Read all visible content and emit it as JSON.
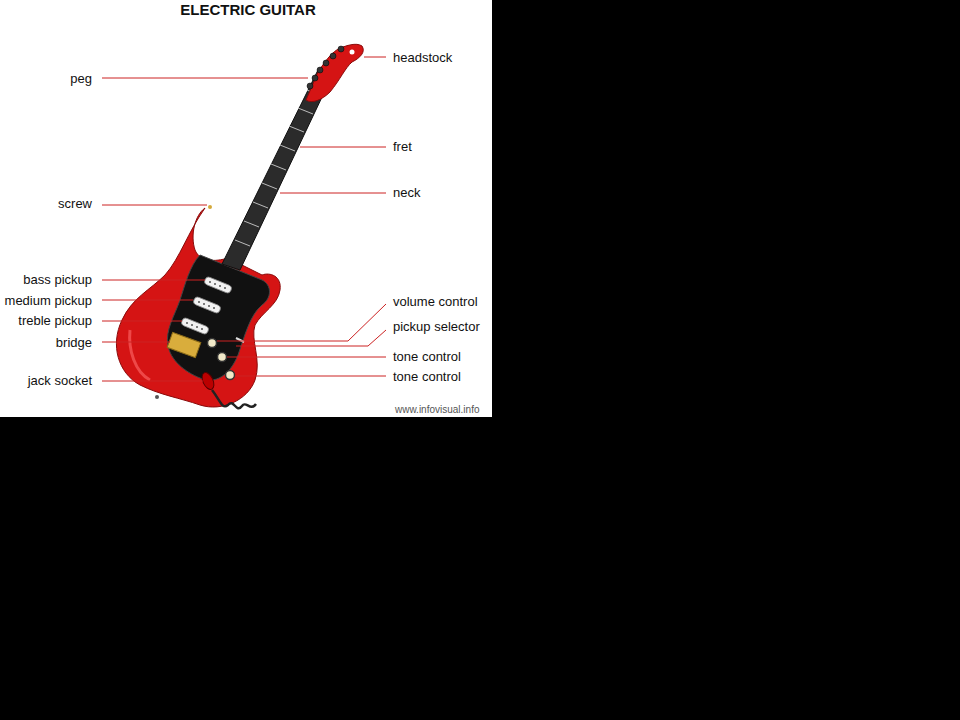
{
  "diagram": {
    "title": "ELECTRIC GUITAR",
    "labels": [
      "headstock",
      "peg",
      "fret",
      "neck",
      "screw",
      "bass pickup",
      "medium pickup",
      "volume control",
      "treble pickup",
      "pickup selector",
      "bridge",
      "tone control",
      "tone control",
      "jack socket",
      "www.infovisual.info"
    ]
  }
}
